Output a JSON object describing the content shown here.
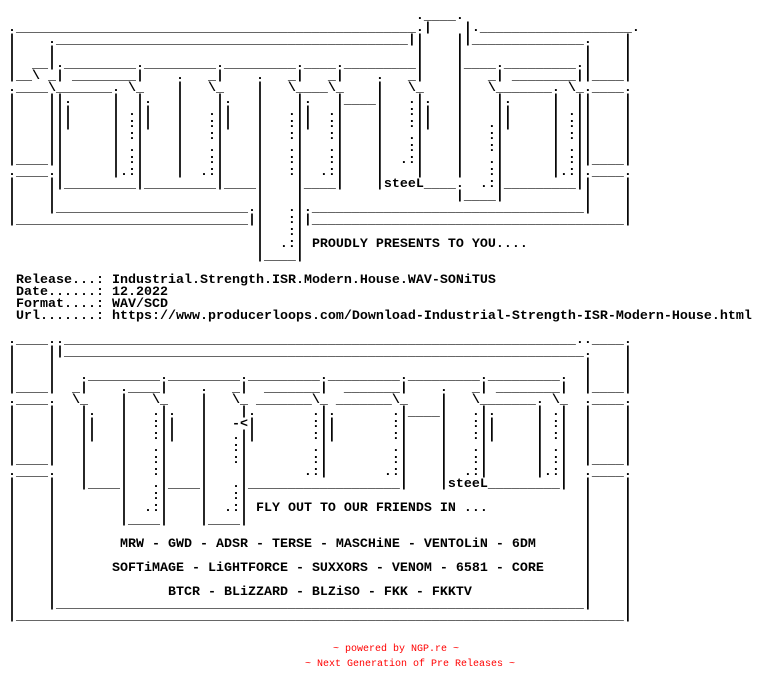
{
  "colors": {
    "text": "#000000",
    "footer": "#ff0000",
    "background": "#ffffff"
  },
  "nfo_rows": [
    [
      "                                                    .____."
    ],
    [
      " .__________________________________________________.|    |.___________________."
    ],
    [
      " |    .____________________________________________||    ||______________.    |"
    ],
    [
      " |    |                                             |    |               |    |"
    ],
    [
      " |  __|._________._________._________.____._________|    |____._________.|    |"
    ],
    [
      " |__\\ _| ________|    .   _|    .   _|   _|    .   _|    |   _| ________||____|"
    ],
    [
      " .____\\_______. \\_    |   \\_    |   \\____\\_    |   \\_    |   \\_______. \\_.____."
    ],
    [
      " |    ||.     |  |.   |    |.   |    |.   |____|   .|.   |    |.     |  ||    |"
    ],
    [
      " |    |||     | .||   |   .||   |   .||  .|    |   :||   |    ||     | .||    |"
    ],
    [
      " |    |||     | :||   |   :||   |   :||  :|    |   :||   |   .||     | :||    |"
    ],
    [
      " |    ||      | :|    |   :|    |   :|   :|    |   .|    |   :|      | :||    |"
    ],
    [
      " |    ||      | .|    |   .|    |   .|   .|    |   :|    |   :|      | .||    |"
    ],
    [
      " |____||      | :|    |   :|    |   :|   :|    |  .:|    |   .|      | :||____|"
    ],
    [
      " .____.|      |.:|    |  .:|    |   :|  .:|    |    |    |   :|      |.:|.____."
    ],
    [
      " |    ||_________|_________|____|    |____|    |",
      {
        "t": "steeL",
        "n": "artist-signature"
      },
      "____.  .:|_________||    |"
    ],
    [
      " |    |                         |    |                   |____|          |    |"
    ],
    [
      " |    |________________________.|   .|.__________________________________|    |"
    ],
    [
      " |_____________________________||   :||_______________________________________|"
    ],
    [
      "                                |   :|"
    ],
    [
      "                                |  .:| ",
      {
        "t": "PROUDLY PRESENTS TO YOU....",
        "n": "presents-heading"
      }
    ],
    [
      "                                |____|"
    ],
    [
      ""
    ],
    [
      "  ",
      {
        "t": "Release...: ",
        "n": "release-label"
      },
      {
        "t": "Industrial.Strength.ISR.Modern.House.WAV-SONiTUS",
        "n": "release-value"
      }
    ],
    [
      "  ",
      {
        "t": "Date......: ",
        "n": "date-label"
      },
      {
        "t": "12.2022",
        "n": "date-value"
      }
    ],
    [
      "  ",
      {
        "t": "Format....: ",
        "n": "format-label"
      },
      {
        "t": "WAV/SCD",
        "n": "format-value"
      }
    ],
    [
      "  ",
      {
        "t": "Url.......: ",
        "n": "url-label"
      },
      {
        "t": "https://www.producerloops.com/Download-Industrial-Strength-ISR-Modern-House.html",
        "n": "url-value",
        "link": true
      }
    ],
    [
      ""
    ],
    [
      " .____..________________________________________________________________..____."
    ],
    [
      " |    ||_________________________________________________________________.    |"
    ],
    [
      " |    |                                                                  |    |"
    ],
    [
      " |    |   ._________._________._________._________._________._________.  |    |"
    ],
    [
      " |____|  _|    .____|    .   _|  _______|  _______|    .   _| ________|  |____|"
    ],
    [
      " .____.  \\_    |   \\_    |   \\_ _______\\_ _______\\_    |   \\_______. \\_  .____."
    ],
    [
      " |    |   |.   |   .|.   |    |.       .|.       .|____|   .|.     | .|  |    |"
    ],
    [
      " |    |   ||   |   :||   |   -<|       :||       :|    |   :||     | :|  |    |"
    ],
    [
      " |    |   ||   |   :||   |   .||       :||       :|    |   :||     | :|  |    |"
    ],
    [
      " |    |   |    |   .|    |   :|        .|        .|    |   .|      | .|  |    |"
    ],
    [
      " |____|   |    |   :|    |   :|        :|        :|    |   :|      | :|  |____|"
    ],
    [
      " .____.   |    |   :|    |    |       .:|       .:|    |  .:|      |.:|  .____."
    ],
    [
      " |    |   |____|   .|____|   .|___________________|    |",
      {
        "t": "steeL",
        "n": "artist-signature"
      },
      "_________|  |    |"
    ],
    [
      " |    |        |   :|    |   :|                                          |    |"
    ],
    [
      " |    |        |  .:|    |  .:| ",
      {
        "t": "FLY OUT TO OUR FRIENDS IN ...",
        "n": "greetings-heading"
      },
      "            |    |"
    ],
    [
      " |    |        |____|    |____|                                          |    |"
    ],
    [
      " |    |                                                                  |    |"
    ],
    [
      " |    |        ",
      {
        "t": "MRW - GWD - ADSR - TERSE - MASCHiNE - VENTOLiN - 6DM",
        "n": "greetings-line-1"
      },
      "      |    |"
    ],
    [
      " |    |                                                                  |    |"
    ],
    [
      " |    |       ",
      {
        "t": "SOFTiMAGE - LiGHTFORCE - SUXXORS - VENOM - 6581 - CORE",
        "n": "greetings-line-2"
      },
      "     |    |"
    ],
    [
      " |    |                                                                  |    |"
    ],
    [
      " |    |              ",
      {
        "t": "BTCR - BLiZZARD - BLZiSO - FKK - FKKTV",
        "n": "greetings-line-3"
      },
      "              |    |"
    ],
    [
      " |    |__________________________________________________________________|    |"
    ],
    [
      " |____________________________________________________________________________|"
    ]
  ],
  "footer": {
    "line1": "~ powered by NGP.re ~",
    "line2": "~ Next Generation of Pre Releases ~"
  }
}
